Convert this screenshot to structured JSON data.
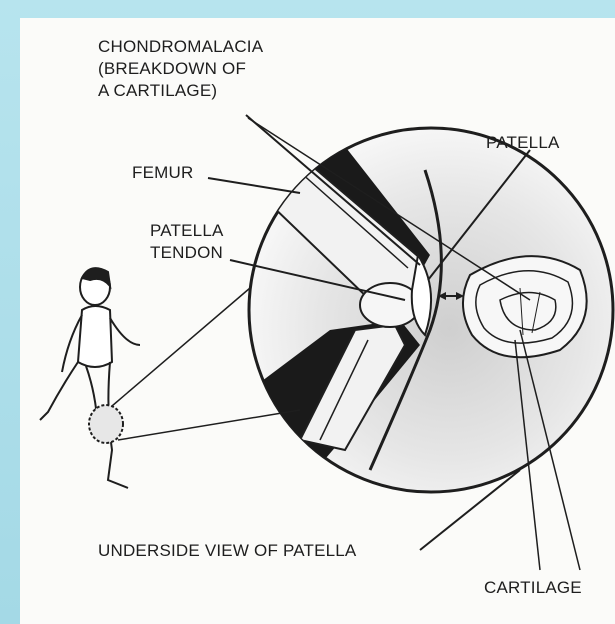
{
  "labels": {
    "chondromalacia_line1": "Chondromalacia",
    "chondromalacia_line2": "(Breakdown of",
    "chondromalacia_line3": "a Cartilage)",
    "femur": "Femur",
    "patella_tendon_line1": "Patella",
    "patella_tendon_line2": "Tendon",
    "patella": "Patella",
    "underside_view": "Underside View of Patella",
    "cartilage": "Cartilage"
  },
  "colors": {
    "frame": "#a9dde9",
    "paper": "#fbfbf9",
    "ink": "#1e1e1e"
  }
}
